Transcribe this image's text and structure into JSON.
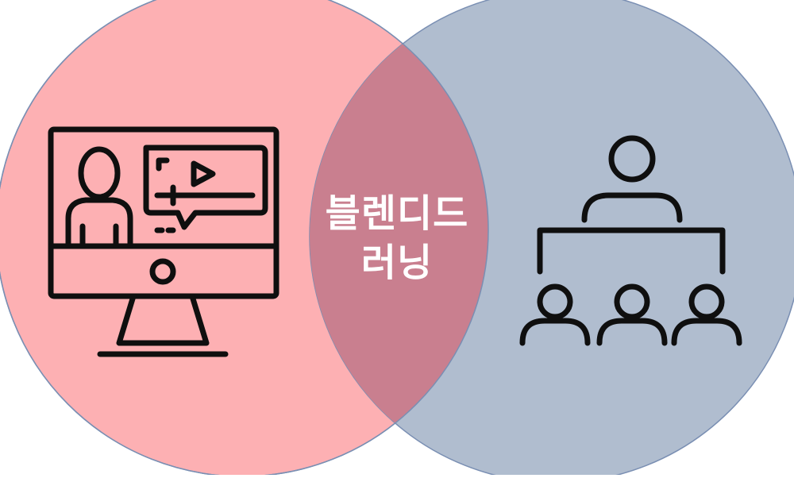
{
  "diagram": {
    "type": "venn",
    "overlap_label": {
      "line1": "블렌디드",
      "line2": "러닝"
    },
    "colors": {
      "left_circle": "#fdb0b3",
      "right_circle": "#b0bdcf",
      "overlap": "#c97f8f",
      "outline": "#7a8fb3",
      "icon_stroke": "#0f0f0f",
      "label_text": "#ffffff"
    },
    "left_icon": "online-video-lecture-monitor-icon",
    "right_icon": "classroom-group-presentation-icon"
  }
}
